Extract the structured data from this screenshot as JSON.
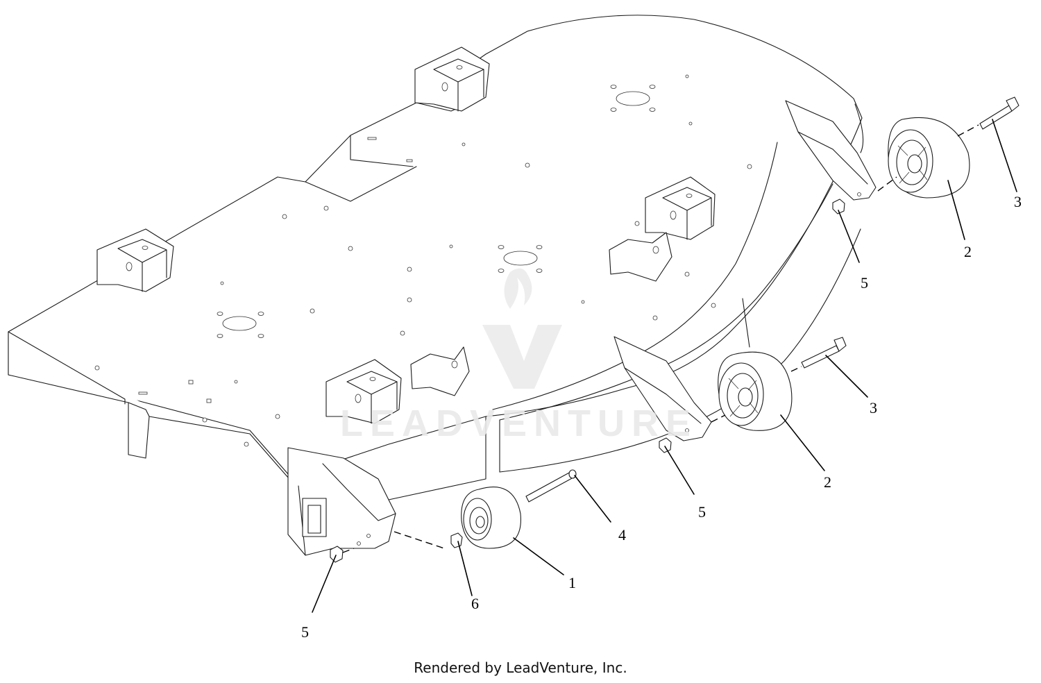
{
  "watermark": {
    "text": "LEADVENTURE",
    "color": "#e9e9e9"
  },
  "callouts": [
    {
      "id": "1",
      "label": "1"
    },
    {
      "id": "2a",
      "label": "2"
    },
    {
      "id": "2b",
      "label": "2"
    },
    {
      "id": "3a",
      "label": "3"
    },
    {
      "id": "3b",
      "label": "3"
    },
    {
      "id": "4",
      "label": "4"
    },
    {
      "id": "5a",
      "label": "5"
    },
    {
      "id": "5b",
      "label": "5"
    },
    {
      "id": "5c",
      "label": "5"
    },
    {
      "id": "6",
      "label": "6"
    }
  ],
  "footer": {
    "text": "Rendered by LeadVenture, Inc."
  },
  "colors": {
    "line": "#1a1a1a",
    "background": "#ffffff"
  }
}
